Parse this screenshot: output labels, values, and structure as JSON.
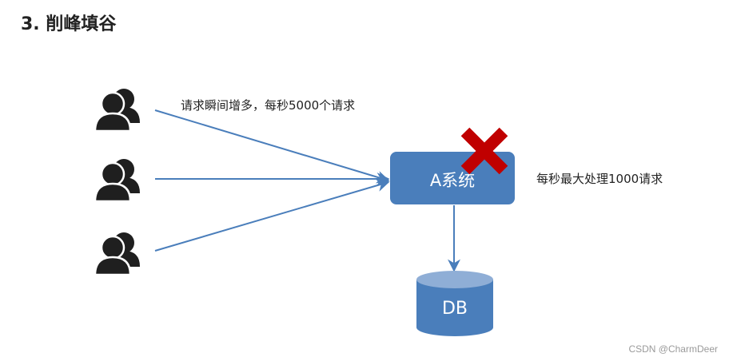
{
  "title": "3. 削峰填谷",
  "labels": {
    "burst": "请求瞬间增多，每秒5000个请求",
    "limit": "每秒最大处理1000请求"
  },
  "system_box": {
    "label": "A系统"
  },
  "database": {
    "label": "DB"
  },
  "watermark": "CSDN @CharmDeer",
  "colors": {
    "box_fill": "#4a7ebb",
    "arrow": "#4a7ebb",
    "cross": "#c00000",
    "user_icon": "#1f1f1f",
    "db_top": "#8faed6"
  }
}
